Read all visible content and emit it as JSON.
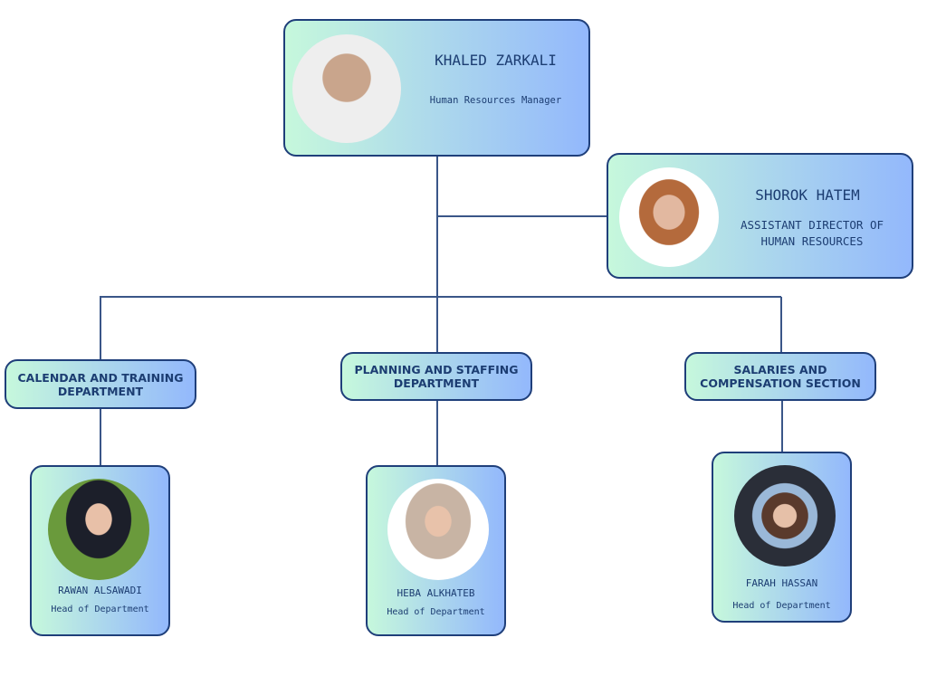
{
  "manager": {
    "name": "KHALED ZARKALI",
    "title": "Human Resources Manager"
  },
  "assistant": {
    "name": "SHOROK HATEM",
    "title_line1": "ASSISTANT DIRECTOR OF",
    "title_line2": "HUMAN RESOURCES"
  },
  "departments": [
    {
      "name": "CALENDAR AND TRAINING DEPARTMENT",
      "head": {
        "name": "RAWAN ALSAWADI",
        "title": "Head of Department"
      }
    },
    {
      "name": "PLANNING AND STAFFING DEPARTMENT",
      "head": {
        "name": "HEBA ALKHATEB",
        "title": "Head of Department"
      }
    },
    {
      "name": "SALARIES AND COMPENSATION SECTION",
      "head": {
        "name": "FARAH HASSAN",
        "title": "Head of Department"
      }
    }
  ],
  "colors": {
    "border": "#1f3f7a",
    "gradient_start": "#c6f8dc",
    "gradient_end": "#93b8fc"
  }
}
